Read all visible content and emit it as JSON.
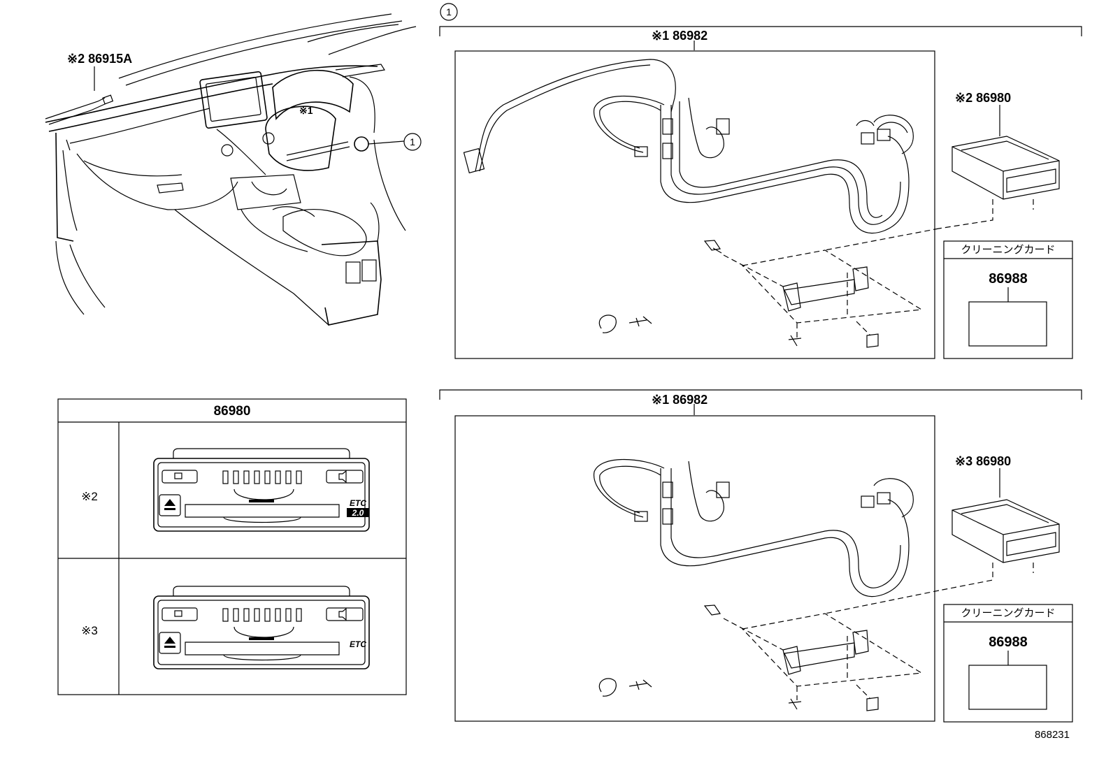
{
  "labels": {
    "callout_1": "1",
    "antenna_part": "※2 86915A",
    "harness_top": "※1 86982",
    "unit_top": "※2 86980",
    "harness_bottom": "※1 86982",
    "unit_bottom": "※3 86980",
    "card_header_top": "クリーニングカード",
    "card_number_top": "86988",
    "card_header_bottom": "クリーニングカード",
    "card_number_bottom": "86988",
    "dash_note": "※1",
    "diagram_id": "868231"
  },
  "table": {
    "header": "86980",
    "rows": [
      {
        "mark": "※2",
        "badge_top": "ETC",
        "badge_bottom": "2.0"
      },
      {
        "mark": "※3",
        "badge_top": "ETC",
        "badge_bottom": ""
      }
    ]
  }
}
